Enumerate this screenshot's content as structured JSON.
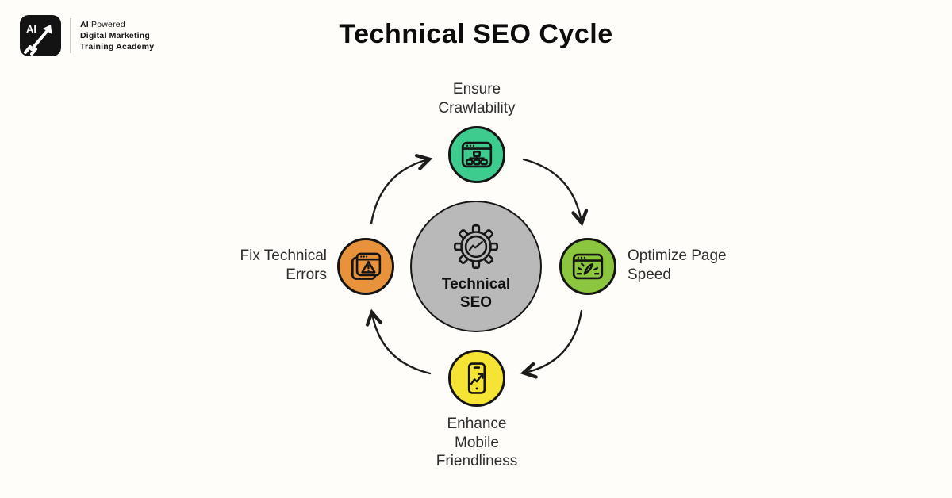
{
  "colors": {
    "background": "#fffdfa",
    "outline": "#161616",
    "arrow": "#1c1c1c",
    "center_fill": "#b9b9b9",
    "node_top_fill": "#3ecb8e",
    "node_right_fill": "#8cc63e",
    "node_bottom_fill": "#f6e435",
    "node_left_fill": "#e8933c"
  },
  "header": {
    "logo_square_text": "AI",
    "tagline_bold": "AI",
    "tagline_rest": " Powered",
    "tagline_line2": "Digital Marketing",
    "tagline_line3": "Training Academy",
    "title": "Technical SEO Cycle"
  },
  "diagram": {
    "cycle_direction": "clockwise",
    "center": {
      "icon": "gear-trendline-icon",
      "label_lines": [
        "Technical",
        "SEO"
      ],
      "fill": "#b9b9b9"
    },
    "nodes": {
      "top": {
        "icon": "browser-sitemap-icon",
        "label_lines": [
          "Ensure",
          "Crawlability"
        ],
        "fill": "#3ecb8e"
      },
      "right": {
        "icon": "browser-speedometer-icon",
        "label_lines": [
          "Optimize Page",
          "Speed"
        ],
        "fill": "#8cc63e"
      },
      "bottom": {
        "icon": "mobile-growth-icon",
        "label_lines": [
          "Enhance",
          "Mobile",
          "Friendliness"
        ],
        "fill": "#f6e435"
      },
      "left": {
        "icon": "stacked-browser-warning-icon",
        "label_lines": [
          "Fix Technical",
          "Errors"
        ],
        "fill": "#e8933c"
      }
    }
  }
}
